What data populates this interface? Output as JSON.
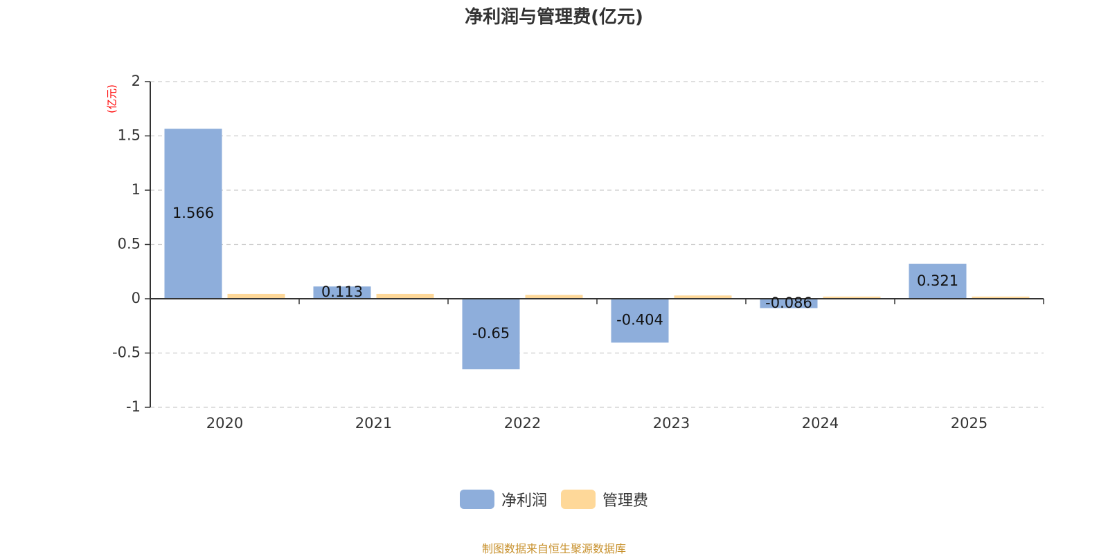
{
  "chart_data": {
    "type": "bar",
    "title": "净利润与管理费(亿元)",
    "ylabel": "(亿元)",
    "xlabel": "",
    "categories": [
      "2020",
      "2021",
      "2022",
      "2023",
      "2024",
      "2025"
    ],
    "series": [
      {
        "name": "净利润",
        "color": "#8eaedb",
        "values": [
          1.566,
          0.113,
          -0.65,
          -0.404,
          -0.086,
          0.321
        ],
        "labels": [
          "1.566",
          "0.113",
          "-0.65",
          "-0.404",
          "-0.086",
          "0.321"
        ],
        "show_labels": true
      },
      {
        "name": "管理费",
        "color": "#fed899",
        "values": [
          0.045,
          0.045,
          0.035,
          0.03,
          0.02,
          0.02
        ],
        "show_labels": false
      }
    ],
    "ylim": [
      -1,
      2
    ],
    "yticks": [
      2,
      1.5,
      1,
      0.5,
      0,
      -0.5,
      -1
    ],
    "ytick_labels": [
      "2",
      "1.5",
      "1",
      "0.5",
      "0",
      "-0.5",
      "-1"
    ],
    "grid": true,
    "legend_position": "bottom"
  },
  "source_text": "制图数据来自恒生聚源数据库"
}
